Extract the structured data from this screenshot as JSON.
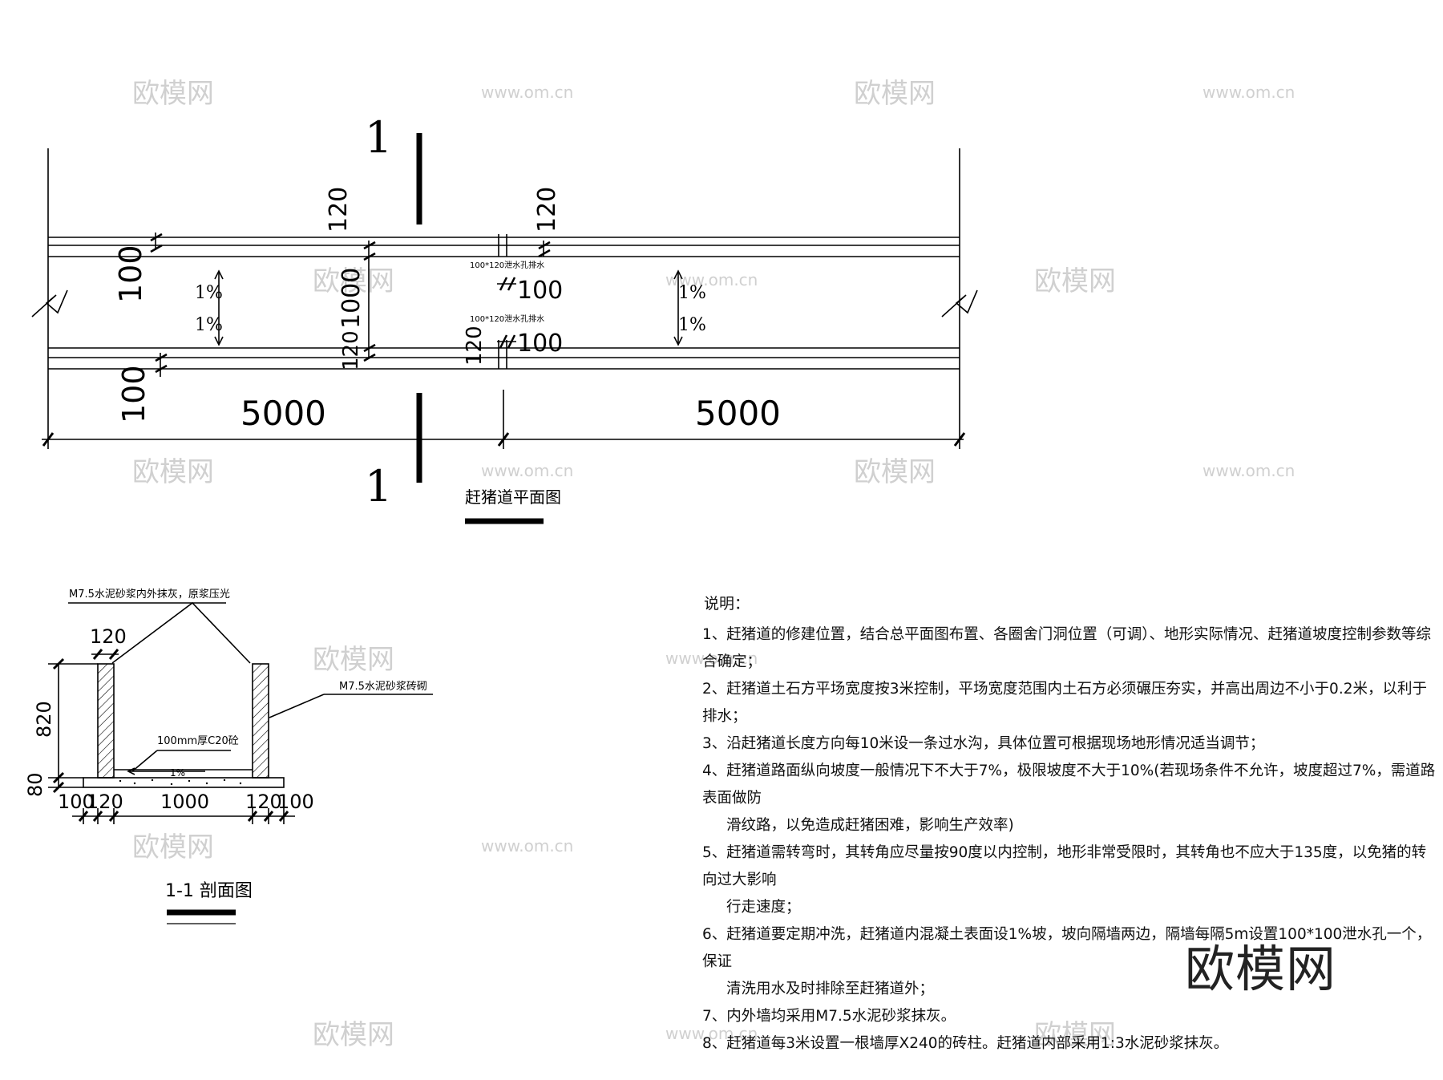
{
  "plan": {
    "section_mark": "1",
    "dims": {
      "wall_thickness": "120",
      "gap": "100",
      "inner_width": "1000",
      "segment_length": "5000"
    },
    "slope": "1%",
    "drain_label": "100*120泄水孔排水",
    "title": "赶猪道平面图"
  },
  "section": {
    "title": "1-1 剖面图",
    "callout_plaster": "M7.5水泥砂浆内外抹灰，原浆压光",
    "callout_masonry": "M7.5水泥砂浆砖砌",
    "callout_slab": "100mm厚C20砼",
    "slope": "1%",
    "dims": {
      "wall_thickness": "120",
      "wall_height": "820",
      "base": "80",
      "side": "100",
      "inner": "1000"
    }
  },
  "notes": {
    "heading": "说明：",
    "items": [
      {
        "text": "1、赶猪道的修建位置，结合总平面图布置、各圈舍门洞位置（可调）、地形实际情况、赶猪道坡度控制参数等综合确定；",
        "cont": ""
      },
      {
        "text": "2、赶猪道土石方平场宽度按3米控制，平场宽度范围内土石方必须碾压夯实，并高出周边不小于0.2米，以利于排水；",
        "cont": ""
      },
      {
        "text": "3、沿赶猪道长度方向每10米设一条过水沟，具体位置可根据现场地形情况适当调节；",
        "cont": ""
      },
      {
        "text": "4、赶猪道路面纵向坡度一般情况下不大于7%，极限坡度不大于10%(若现场条件不允许，坡度超过7%，需道路表面做防",
        "cont": "滑纹路，以免造成赶猪困难，影响生产效率)"
      },
      {
        "text": "5、赶猪道需转弯时，其转角应尽量按90度以内控制，地形非常受限时，其转角也不应大于135度，以免猪的转向过大影响",
        "cont": "行走速度；"
      },
      {
        "text": "6、赶猪道要定期冲洗，赶猪道内混凝土表面设1%坡，坡向隔墙两边，隔墙每隔5m设置100*100泄水孔一个，保证",
        "cont": "清洗用水及时排除至赶猪道外；"
      },
      {
        "text": "7、内外墙均采用M7.5水泥砂浆抹灰。",
        "cont": ""
      },
      {
        "text": "8、赶猪道每3米设置一根墙厚X240的砖柱。赶猪道内部采用1:3水泥砂浆抹灰。",
        "cont": ""
      }
    ]
  },
  "watermark": {
    "brand": "欧模网",
    "url": "www.om.cn"
  }
}
